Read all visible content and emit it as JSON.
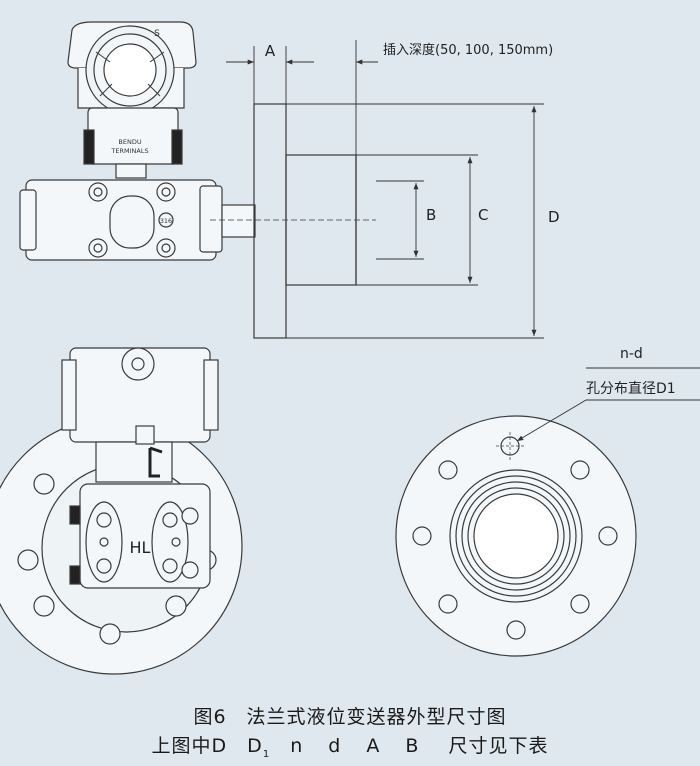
{
  "dimension_labels": {
    "A": "A",
    "B": "B",
    "C": "C",
    "D": "D",
    "insertion_depth": "插入深度(50, 100, 150mm)",
    "hole_spec": "n-d",
    "hole_circle": "孔分布直径D1"
  },
  "device_text": {
    "top_mark": "S",
    "brand": "BENDU",
    "terminals": "TERMINALS",
    "model": "316",
    "hl": "HL"
  },
  "caption": {
    "figure_no": "图6",
    "title": "法兰式液位变送器外型尺寸图",
    "line2_prefix": "上图中D",
    "d1_letter": "D",
    "d1_sub": "1",
    "line2_vars": "n d A B",
    "line2_suffix": "尺寸见下表"
  },
  "colors": {
    "background": "#dfe8ef",
    "line": "#3a3a3a",
    "dim_line": "#333333",
    "dark_part": "#222222"
  }
}
